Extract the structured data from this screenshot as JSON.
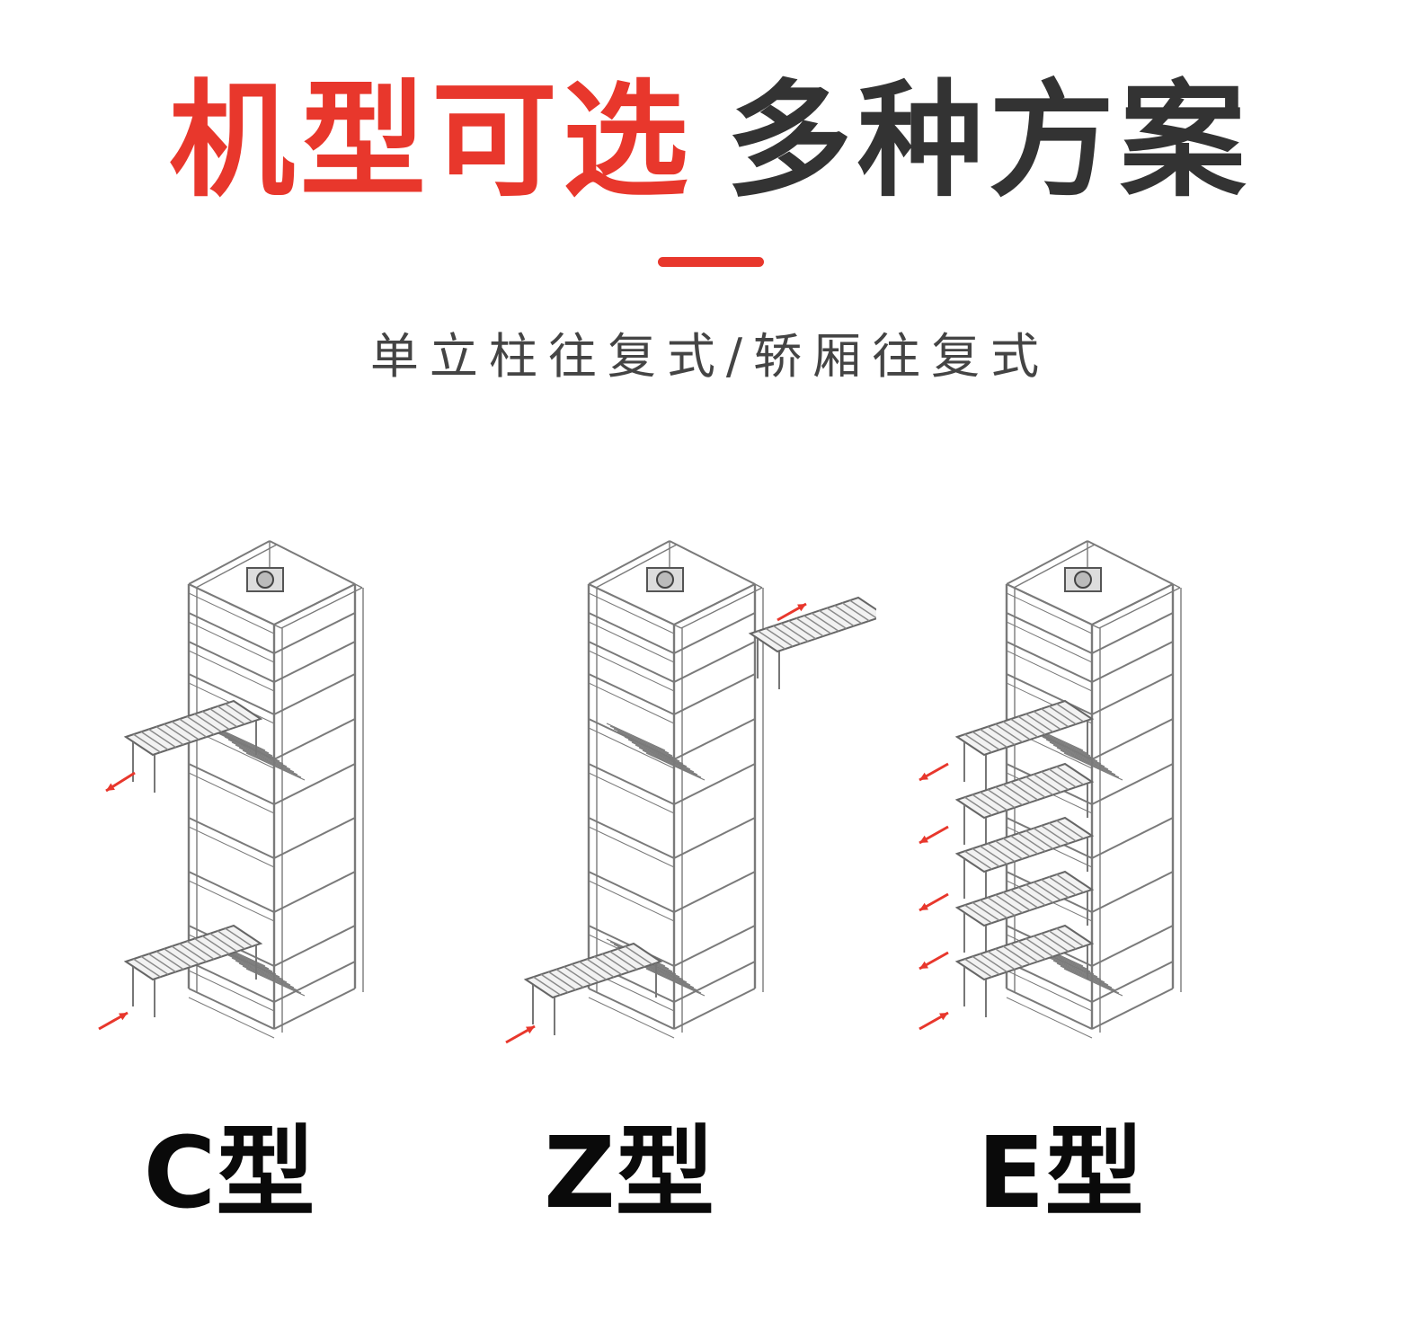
{
  "header": {
    "title_red": "机型可选",
    "title_dark": "多种方案",
    "subtitle": "单立柱往复式/轿厢往复式"
  },
  "colors": {
    "accent": "#e8372c",
    "title_dark": "#333333",
    "subtitle": "#444444",
    "label": "#0a0a0a"
  },
  "models": [
    {
      "id": "c",
      "label": "C型",
      "flow": "in-bottom-left, out-upper-left"
    },
    {
      "id": "z",
      "label": "Z型",
      "flow": "in-bottom-left, out-top-right"
    },
    {
      "id": "e",
      "label": "E型",
      "flow": "in-bottom-left, multiple outputs left"
    }
  ]
}
